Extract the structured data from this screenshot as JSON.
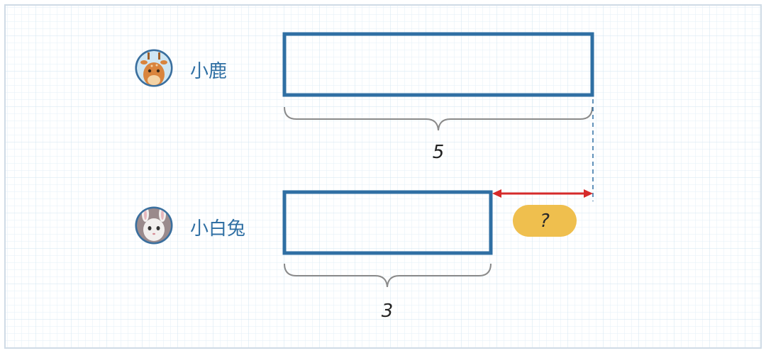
{
  "rows": [
    {
      "name": "小鹿",
      "avatar_icon": "deer-avatar-icon",
      "value_label": "5"
    },
    {
      "name": "小白兔",
      "avatar_icon": "rabbit-avatar-icon",
      "value_label": "3"
    }
  ],
  "difference_label": "?",
  "colors": {
    "bar_stroke": "#2f6fa3",
    "label_text": "#2f6fa3",
    "arrow": "#d52a2a",
    "question_pill": "#efbf4e",
    "brace": "#8a8a8a",
    "grid": "#dcebf5"
  }
}
